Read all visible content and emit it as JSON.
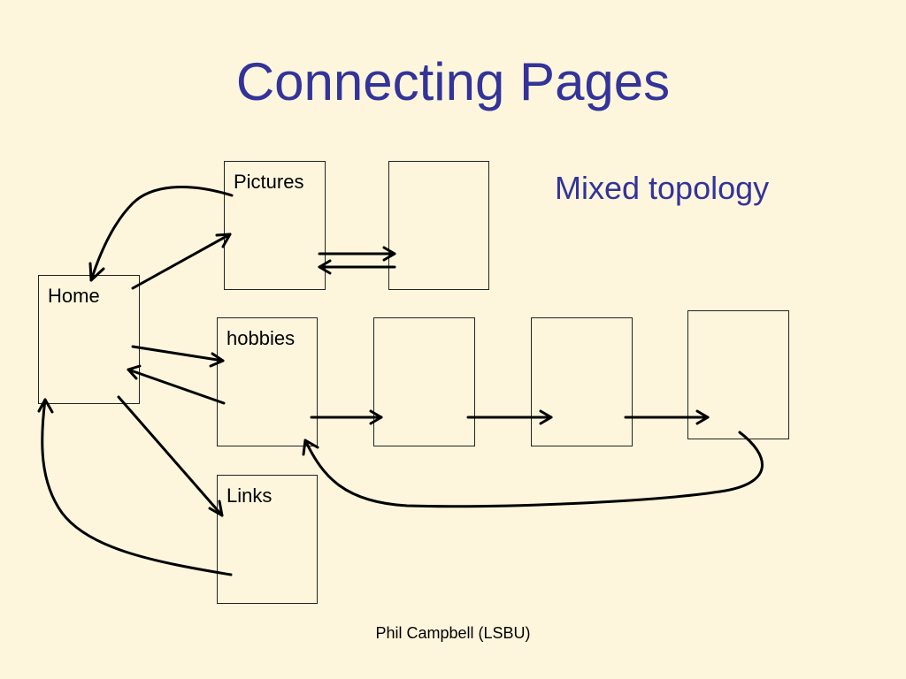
{
  "slide": {
    "title": "Connecting Pages",
    "subtitle": "Mixed topology",
    "footer": "Phil Campbell (LSBU)"
  },
  "pages": {
    "home": "Home",
    "pictures": "Pictures",
    "pictures_2": "",
    "hobbies": "hobbies",
    "hobbies_2": "",
    "hobbies_3": "",
    "hobbies_4": "",
    "links": "Links"
  },
  "colors": {
    "background": "#fdf6dc",
    "title": "#33339a",
    "lines": "#000000"
  }
}
